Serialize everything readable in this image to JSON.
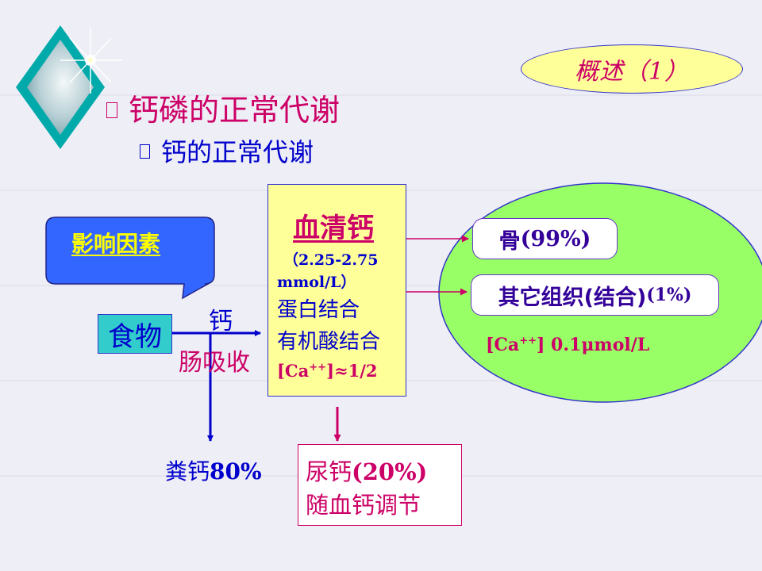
{
  "header": {
    "badge": "概述（1）",
    "title": "钙磷的正常代谢",
    "subtitle": "钙的正常代谢"
  },
  "factors": {
    "label": "影响因素"
  },
  "serum": {
    "title": "血清钙",
    "range_1": "（2.25-2.75",
    "range_2": "mmol/L）",
    "protein_bound": "蛋白结合",
    "organic_acid_bound": "有机酸结合",
    "ionized_prefix": "[Ca",
    "ionized_sup": "++",
    "ionized_suffix": "]≈1/2"
  },
  "intake": {
    "food": "食物",
    "calcium": "钙",
    "absorption": "肠吸收"
  },
  "feces": {
    "label": "粪钙",
    "percent": "80%"
  },
  "urine": {
    "label": "尿钙",
    "percent": "(20%)",
    "note": "随血钙调节"
  },
  "tissue": {
    "bone_label": "骨",
    "bone_percent": "(99%)",
    "other_label": "其它组织",
    "other_bound": "(结合)",
    "other_percent": "(1%)",
    "conc_prefix": "[Ca",
    "conc_sup": "++",
    "conc_suffix": "]  0.1μmol/L"
  },
  "colors": {
    "background": "#eeeef6",
    "magenta": "#cc0066",
    "blue": "#0000cc",
    "serum_fill": "#ffff99",
    "food_fill": "#33cccc",
    "factors_fill": "#3366ff",
    "tissue_fill": "#99ff66"
  },
  "icons": {
    "decoration": "diamond-sparkle-icon"
  }
}
